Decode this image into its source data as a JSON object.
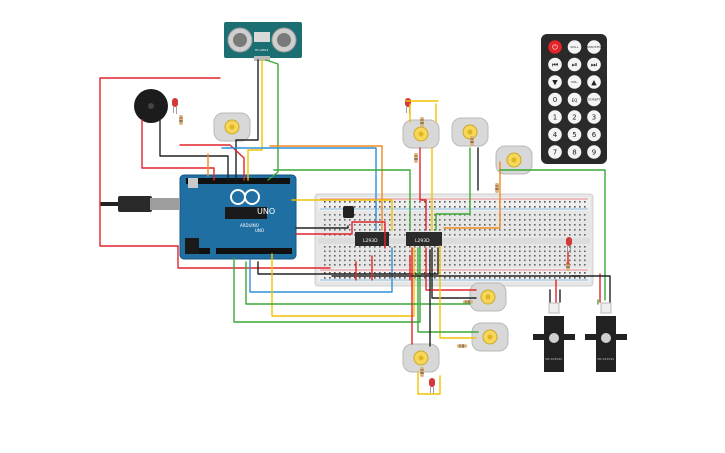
{
  "arduino": {
    "logo": "UNO",
    "brand": "ARDUINO",
    "label": "UNO"
  },
  "ic_left": {
    "label": "L293D"
  },
  "ic_right": {
    "label": "L293D"
  },
  "servo_left": {
    "label": "SM-S2309S"
  },
  "servo_right": {
    "label": "SM-S2309S"
  },
  "ultrasonic": {
    "label": "HC-SR04"
  },
  "remote": {
    "keys": [
      [
        "⏻",
        "VOL+",
        "FUNC/STOP"
      ],
      [
        "⏮",
        "⏯",
        "⏭"
      ],
      [
        "▼",
        "VOL-",
        "▲"
      ],
      [
        "0",
        "EQ",
        "ST/REPT"
      ],
      [
        "1",
        "2",
        "3"
      ],
      [
        "4",
        "5",
        "6"
      ],
      [
        "7",
        "8",
        "9"
      ]
    ]
  },
  "colors": {
    "red": "#e2252b",
    "black": "#222222",
    "green": "#3aa935",
    "yellow": "#f2c100",
    "blue": "#2f8fd6",
    "orange": "#f08a1c",
    "arduino": "#1f6fa3",
    "breadboard": "#e9e9e9",
    "remote": "#2a2a2a",
    "ultrasonic": "#1b6f72",
    "motor": "#d8d8d8"
  }
}
